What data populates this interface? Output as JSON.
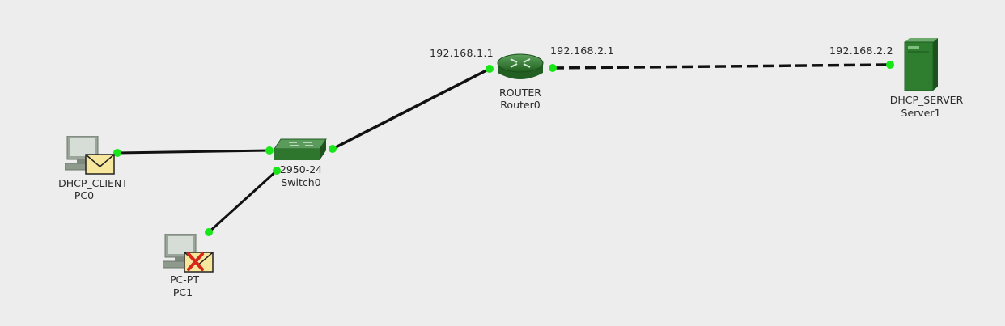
{
  "colors": {
    "background": "#ededed",
    "link": "#111111",
    "port_up": "#19e619",
    "device_green": "#2f7d2f",
    "pc_gray": "#9aa59a",
    "envelope": "#f7e79c",
    "fail_x": "#d9261c"
  },
  "devices": {
    "router": {
      "label_type": "ROUTER",
      "label_name": "Router0",
      "icon": "router-icon"
    },
    "switch": {
      "label_type": "2950-24",
      "label_name": "Switch0",
      "icon": "switch-icon"
    },
    "server": {
      "label_type": "DHCP_SERVER",
      "label_name": "Server1",
      "icon": "server-icon"
    },
    "pc0": {
      "label_type": "DHCP_CLIENT",
      "label_name": "PC0",
      "icon": "pc-icon",
      "pdu": "envelope-icon"
    },
    "pc1": {
      "label_type": "PC-PT",
      "label_name": "PC1",
      "icon": "pc-icon",
      "pdu": "failed-envelope-icon"
    }
  },
  "interfaces": {
    "router_lan_ip": "192.168.1.1",
    "router_wan_ip": "192.168.2.1",
    "server_ip": "192.168.2.2"
  },
  "links": [
    {
      "name": "link-pc0-switch",
      "style": "copper-straight"
    },
    {
      "name": "link-pc1-switch",
      "style": "copper-straight"
    },
    {
      "name": "link-switch-router",
      "style": "copper-straight"
    },
    {
      "name": "link-router-server",
      "style": "copper-cross"
    }
  ]
}
